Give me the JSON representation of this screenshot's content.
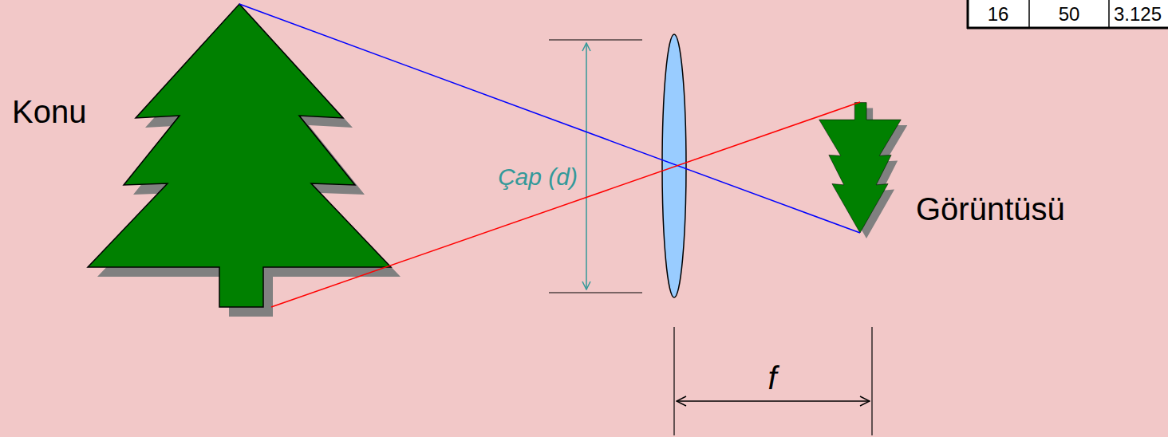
{
  "diagram": {
    "labels": [
      "16",
      "50",
      "3.125",
      "Konu",
      "Çap (d)",
      "Görüntüsü",
      "f"
    ]
  }
}
